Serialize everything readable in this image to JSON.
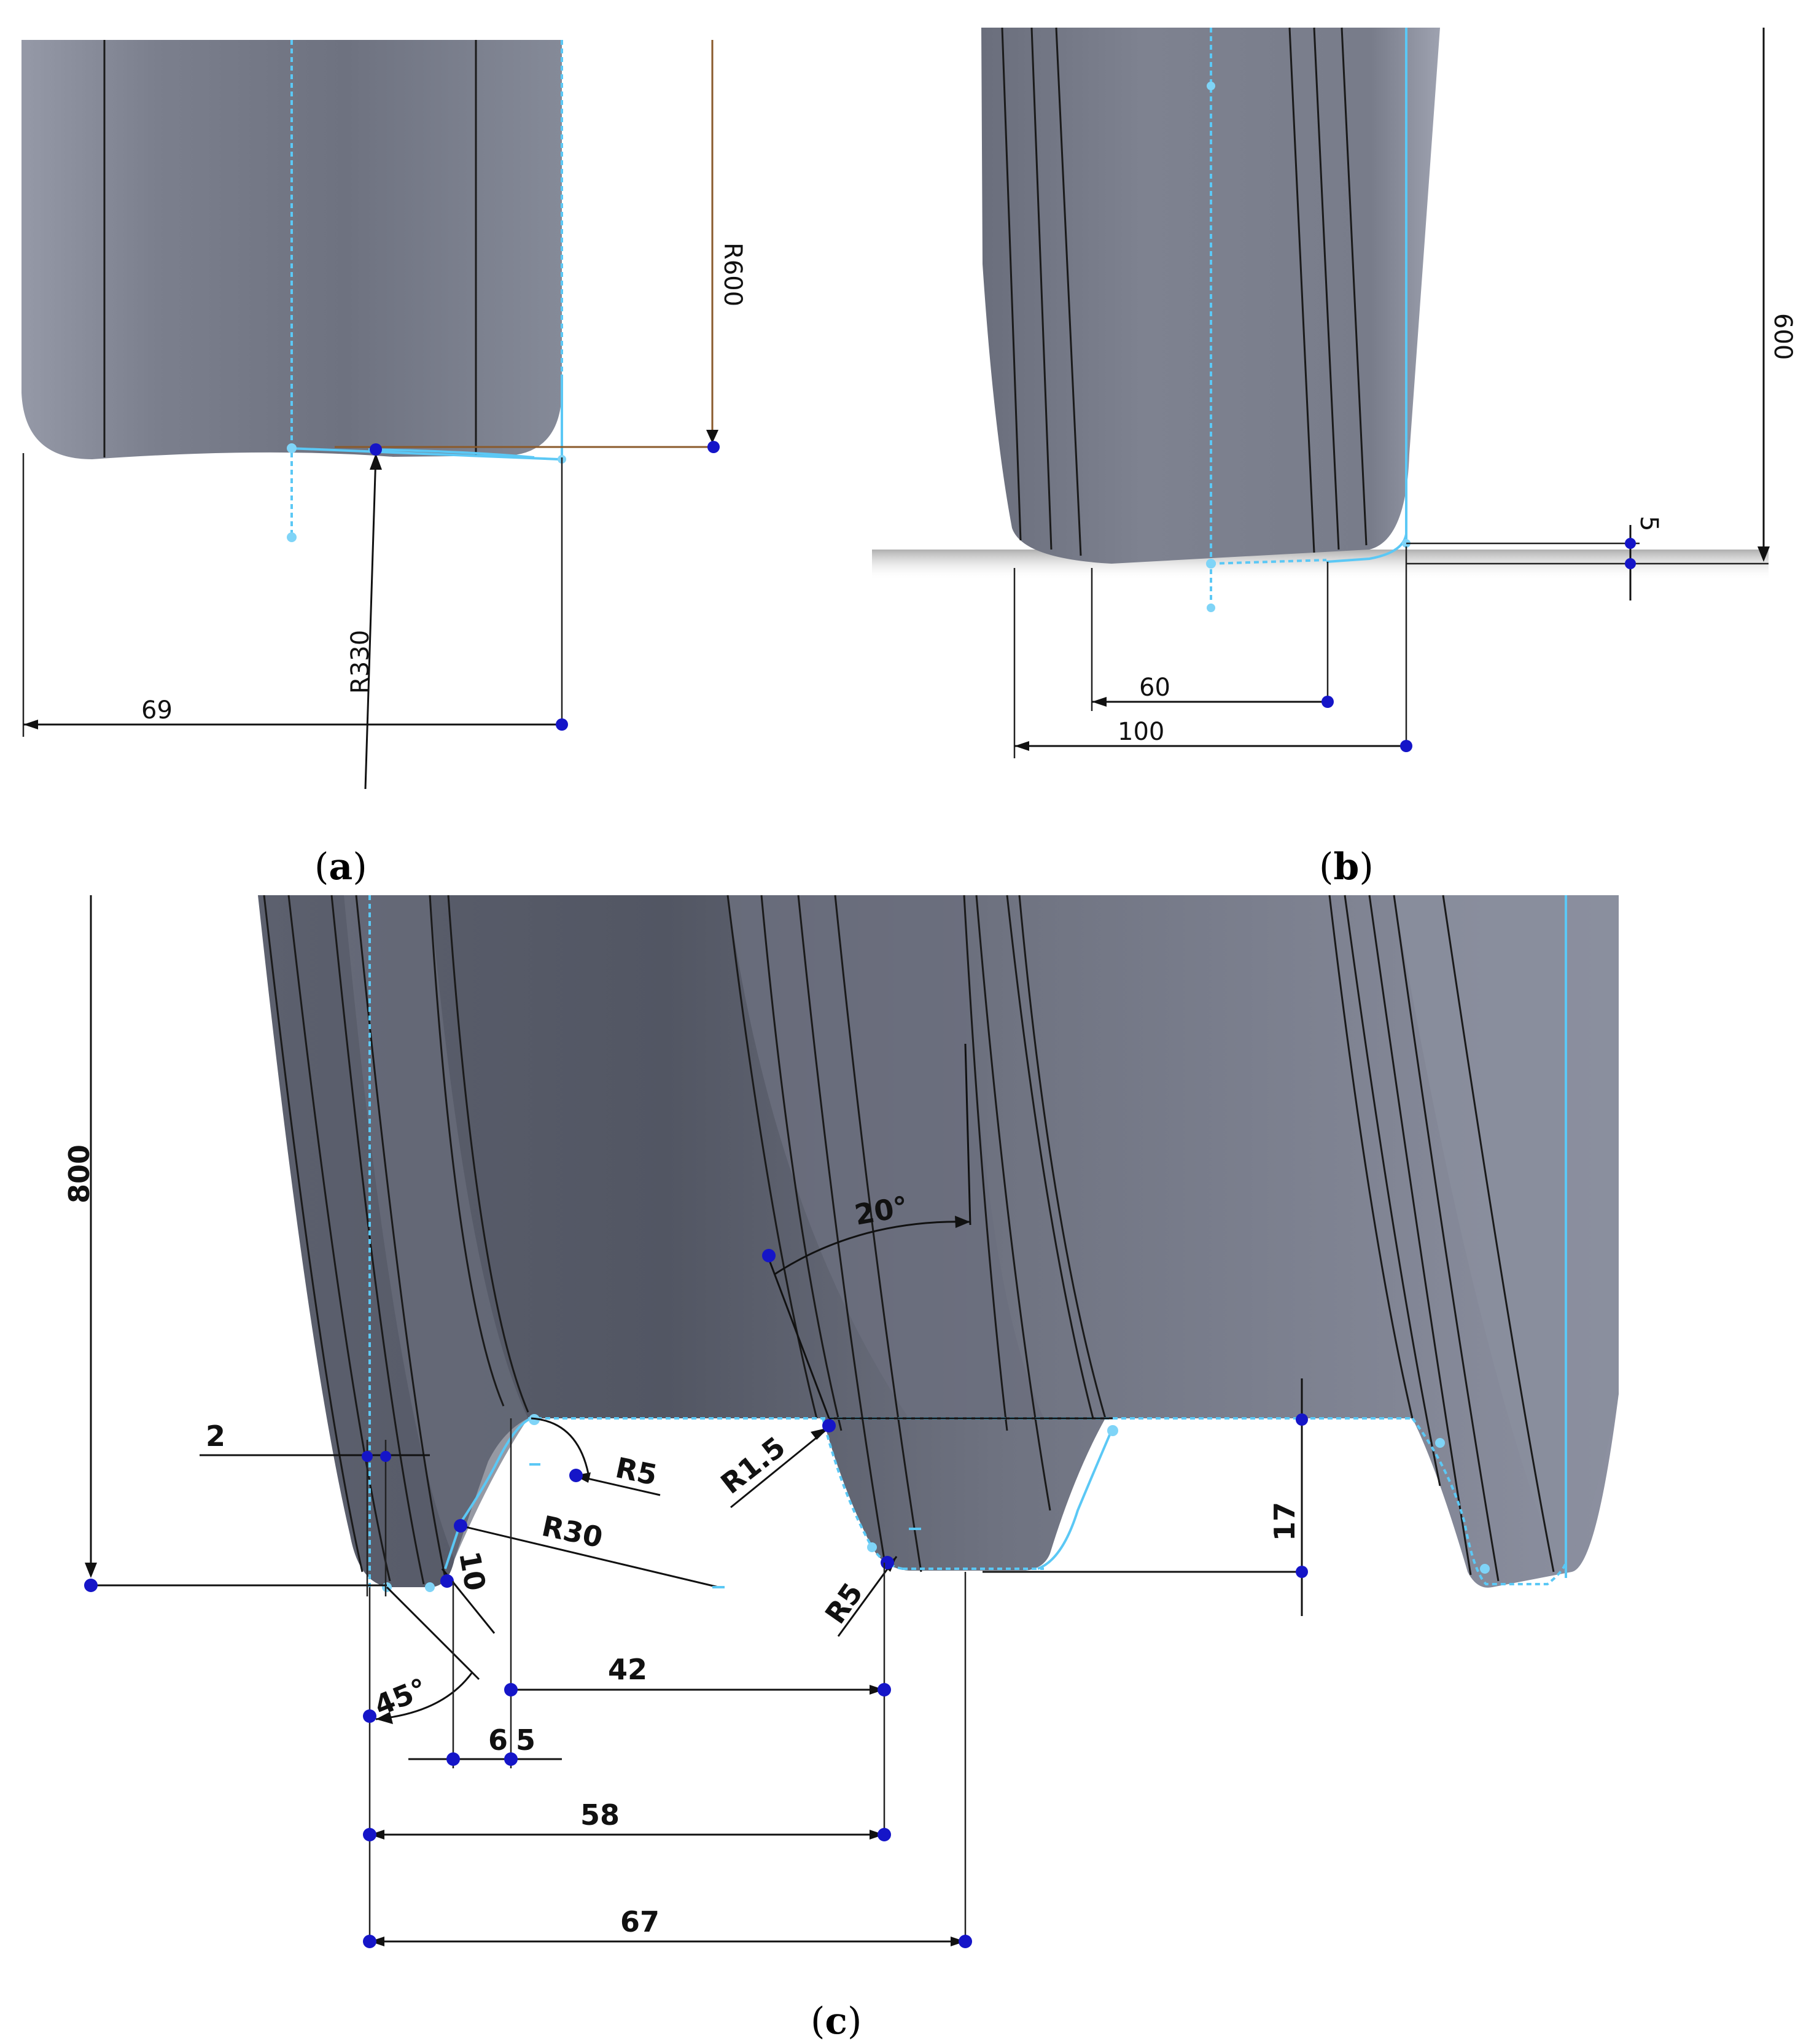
{
  "panels": {
    "a": {
      "caption_open": "(",
      "caption_letter": "a",
      "caption_close": ")",
      "dims": {
        "r600": "R600",
        "r330": "R330",
        "d69": "69"
      }
    },
    "b": {
      "caption_open": "(",
      "caption_letter": "b",
      "caption_close": ")",
      "dims": {
        "d600": "600",
        "d5": "5",
        "d60": "60",
        "d100": "100"
      }
    },
    "c": {
      "caption_open": "(",
      "caption_letter": "c",
      "caption_close": ")",
      "dims": {
        "d800": "800",
        "d2": "2",
        "r5a": "R5",
        "r15": "R1.5",
        "r30": "R30",
        "d20deg": "20°",
        "d17": "17",
        "r5b": "R5",
        "d10": "10",
        "d45deg": "45°",
        "d42": "42",
        "d6": "6",
        "d5": "5",
        "d58": "58",
        "d67": "67"
      }
    }
  },
  "colors": {
    "body_dark": "#545866",
    "body_light": "#8a8f9e",
    "sketch": "#5bc8f5",
    "point": "#1515c8",
    "dimension_a": "#8a5a2b"
  }
}
